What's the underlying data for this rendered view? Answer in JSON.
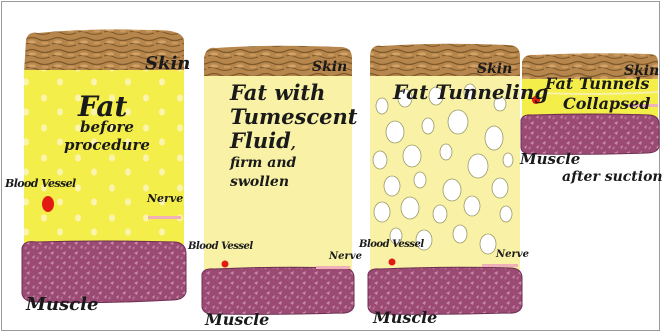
{
  "panels": [
    {
      "id": "panel-1",
      "skin": "Skin",
      "fat_title": "Fat",
      "fat_subtitle_1": "before",
      "fat_subtitle_2": "procedure",
      "blood_vessel": "Blood Vessel",
      "nerve": "Nerve",
      "muscle": "Muscle"
    },
    {
      "id": "panel-2",
      "skin": "Skin",
      "fat_title_1": "Fat with",
      "fat_title_2": "Tumescent",
      "fat_title_3": "Fluid",
      "fat_title_comma": ",",
      "fat_subtitle_1": "firm and",
      "fat_subtitle_2": "swollen",
      "blood_vessel": "Blood Vessel",
      "nerve": "Nerve",
      "muscle": "Muscle"
    },
    {
      "id": "panel-3",
      "skin": "Skin",
      "fat_title": "Fat Tunneling",
      "blood_vessel": "Blood Vessel",
      "nerve": "Nerve",
      "muscle": "Muscle"
    },
    {
      "id": "panel-4",
      "skin": "Skin",
      "fat_title_1": "Fat Tunnels",
      "fat_title_2": "Collapsed",
      "muscle": "Muscle",
      "caption": "after suction"
    }
  ],
  "colors": {
    "skin": "#b7864c",
    "skin_dark": "#7e5a2c",
    "fat_bright": "#f4ee4a",
    "fat_pale": "#f8f1a6",
    "muscle": "#9a4a73",
    "muscle_dark": "#6e2f52",
    "blood_vessel": "#e11b12",
    "nerve": "#f0b0b8"
  }
}
